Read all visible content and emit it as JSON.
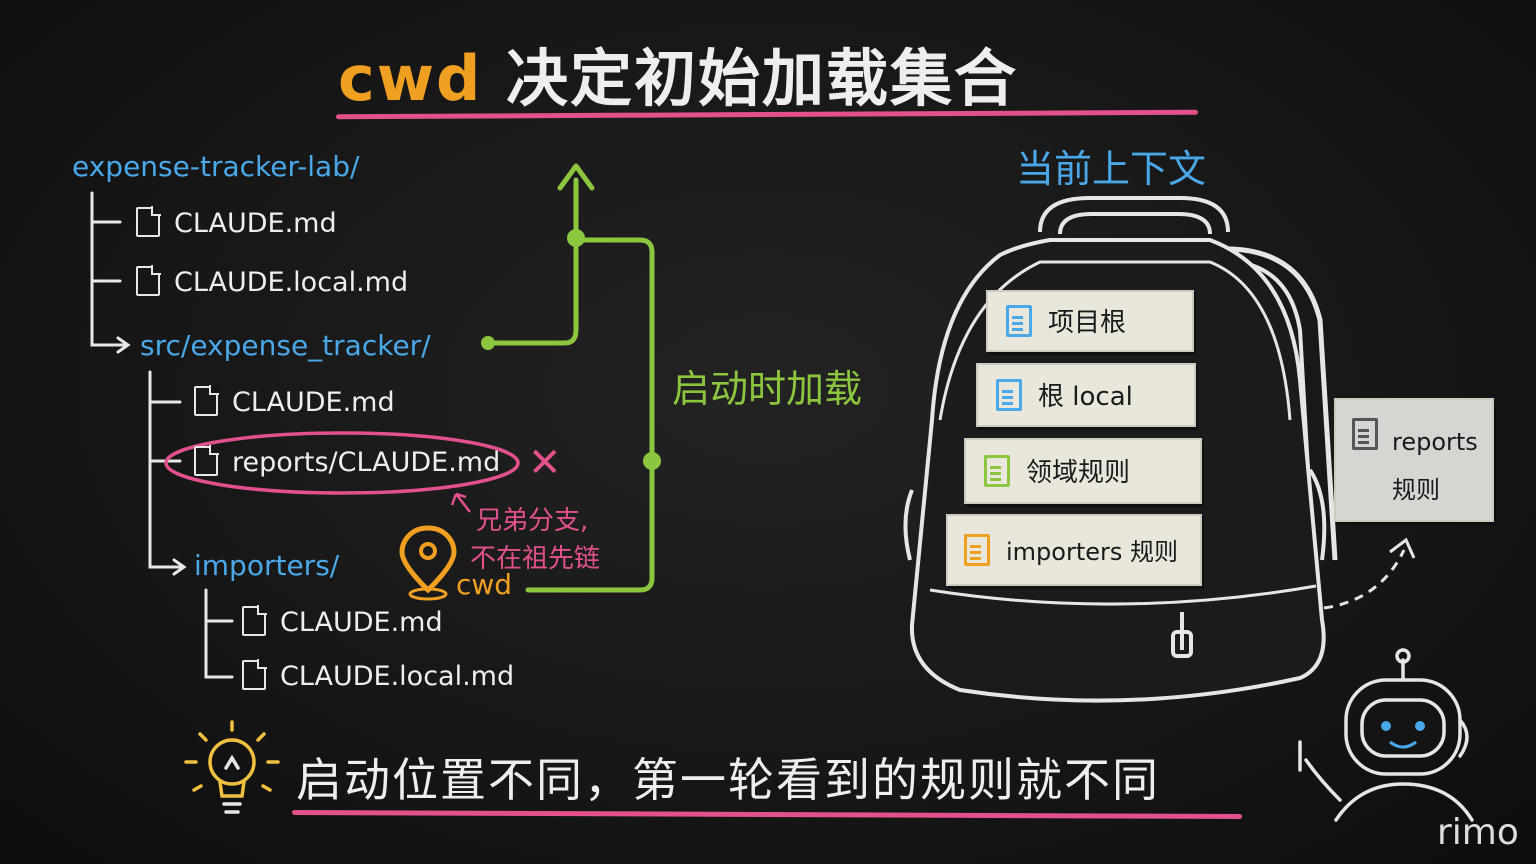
{
  "title": {
    "cwd": "cwd",
    "rest": "决定初始加载集合"
  },
  "tree": {
    "root": "expense-tracker-lab/",
    "root_files": [
      "CLAUDE.md",
      "CLAUDE.local.md"
    ],
    "src_dir": "src/expense_tracker/",
    "src_files": [
      "CLAUDE.md",
      "reports/CLAUDE.md"
    ],
    "importers_dir": "importers/",
    "importers_files": [
      "CLAUDE.md",
      "CLAUDE.local.md"
    ]
  },
  "annotations": {
    "load_label": "启动时加载",
    "sibling_line1": "兄弟分支,",
    "sibling_line2": "不在祖先链",
    "cwd_label": "cwd",
    "cross": "✕"
  },
  "context": {
    "label": "当前上下文",
    "cards": [
      {
        "text": "项目根",
        "color": "#4aa8e8"
      },
      {
        "text": "根 local",
        "color": "#4aa8e8"
      },
      {
        "text": "领域规则",
        "color": "#8cc63f"
      },
      {
        "text": "importers 规则",
        "color": "#f0a020"
      }
    ],
    "excluded": {
      "line1": "reports",
      "line2": "规则"
    }
  },
  "bottom_text": "启动位置不同，第一轮看到的规则就不同",
  "watermark": "rimo",
  "colors": {
    "accent_pink": "#e2508e",
    "green": "#8cc63f",
    "blue": "#4aa8e8",
    "orange": "#f0a020"
  }
}
